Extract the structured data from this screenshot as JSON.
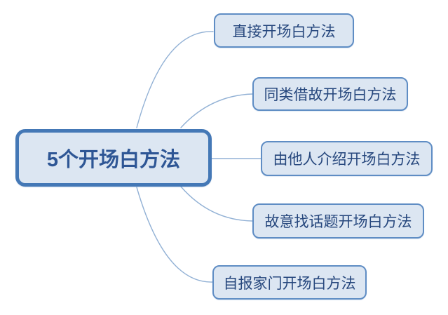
{
  "diagram": {
    "type": "mindmap",
    "root": {
      "label": "5个开场白方法"
    },
    "branches": [
      {
        "label": "直接开场白方法"
      },
      {
        "label": "同类借故开场白方法"
      },
      {
        "label": "由他人介绍开场白方法"
      },
      {
        "label": "故意找话题开场白方法"
      },
      {
        "label": "自报家门开场白方法"
      }
    ]
  },
  "colors": {
    "background": "#ffffff",
    "node_fill": "#dce6f2",
    "root_border": "#4478b6",
    "branch_border": "#5f8dc4",
    "root_text": "#2e5695",
    "branch_text": "#26477d",
    "connector": "#92b1d5"
  }
}
